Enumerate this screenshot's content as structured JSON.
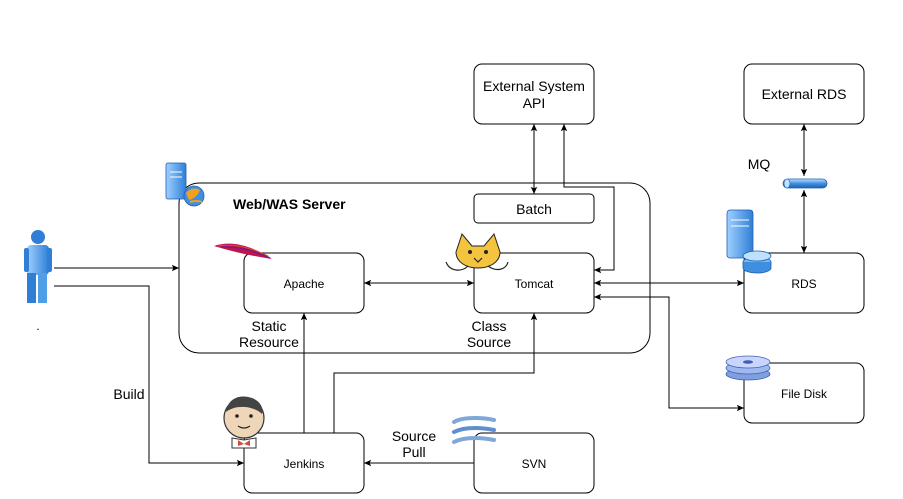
{
  "nodes": {
    "external_system_api": {
      "line1": "External System",
      "line2": "API"
    },
    "external_rds": {
      "label": "External RDS"
    },
    "web_was_server": {
      "label": "Web/WAS Server"
    },
    "batch": {
      "label": "Batch"
    },
    "apache": {
      "label": "Apache"
    },
    "tomcat": {
      "label": "Tomcat"
    },
    "rds": {
      "label": "RDS"
    },
    "file_disk": {
      "label": "File Disk"
    },
    "jenkins": {
      "label": "Jenkins"
    },
    "svn": {
      "label": "SVN"
    },
    "user": {
      "label": "."
    }
  },
  "edge_labels": {
    "mq": "MQ",
    "static_resource": {
      "line1": "Static",
      "line2": "Resource"
    },
    "class_source": {
      "line1": "Class",
      "line2": "Source"
    },
    "build": "Build",
    "source_pull": {
      "line1": "Source",
      "line2": "Pull"
    }
  },
  "icons": {
    "user": "user-icon",
    "server": "server-icon",
    "apache": "apache-feather-icon",
    "tomcat": "tomcat-icon",
    "database": "database-server-icon",
    "disk": "disk-icon",
    "jenkins": "jenkins-icon",
    "svn": "svn-icon",
    "mq": "message-queue-icon"
  },
  "colors": {
    "icon_blue": "#2f7fd6",
    "icon_light_blue": "#7fb6ef",
    "apache_red": "#c0144a",
    "jenkins_red": "#d24939"
  }
}
